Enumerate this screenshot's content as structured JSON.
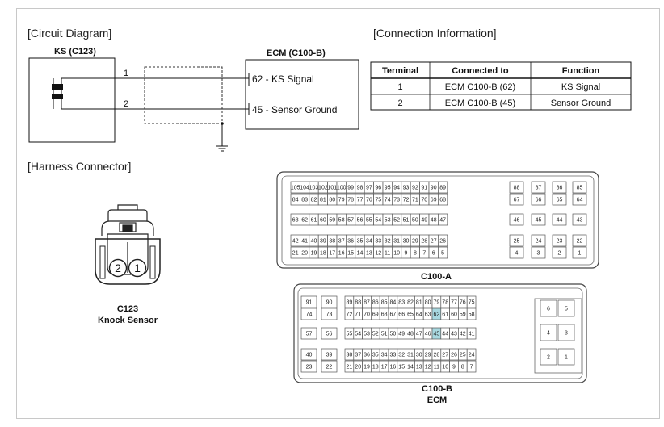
{
  "sections": {
    "circuit_diagram": "[Circuit Diagram]",
    "connection_information": "[Connection Information]",
    "harness_connector": "[Harness Connector]"
  },
  "circuit": {
    "ks_label": "KS (C123)",
    "ecm_label": "ECM (C100-B)",
    "wire1_num": "1",
    "wire2_num": "2",
    "ecm_pin1": "62 - KS Signal",
    "ecm_pin2": "45 - Sensor Ground"
  },
  "table": {
    "headers": [
      "Terminal",
      "Connected to",
      "Function"
    ],
    "rows": [
      [
        "1",
        "ECM C100-B (62)",
        "KS Signal"
      ],
      [
        "2",
        "ECM C100-B (45)",
        "Sensor Ground"
      ]
    ]
  },
  "c123": {
    "pin_left": "2",
    "pin_right": "1",
    "caption1": "C123",
    "caption2": "Knock Sensor"
  },
  "c100a": {
    "label": "C100-A",
    "rows": [
      [
        "105",
        "104",
        "103",
        "102",
        "101",
        "100",
        "99",
        "98",
        "97",
        "96",
        "95",
        "94",
        "93",
        "92",
        "91",
        "90",
        "89",
        "88",
        "87",
        "86",
        "85"
      ],
      [
        "84",
        "83",
        "82",
        "81",
        "80",
        "79",
        "78",
        "77",
        "76",
        "75",
        "74",
        "73",
        "72",
        "71",
        "70",
        "69",
        "68",
        "67",
        "66",
        "65",
        "64"
      ],
      [
        "63",
        "62",
        "61",
        "60",
        "59",
        "58",
        "57",
        "56",
        "55",
        "54",
        "53",
        "52",
        "51",
        "50",
        "49",
        "48",
        "47",
        "46",
        "45",
        "44",
        "43"
      ],
      [
        "42",
        "41",
        "40",
        "39",
        "38",
        "37",
        "36",
        "35",
        "34",
        "33",
        "32",
        "31",
        "30",
        "29",
        "28",
        "27",
        "26",
        "25",
        "24",
        "23",
        "22"
      ],
      [
        "21",
        "20",
        "19",
        "18",
        "17",
        "16",
        "15",
        "14",
        "13",
        "12",
        "11",
        "10",
        "9",
        "8",
        "7",
        "6",
        "5",
        "4",
        "3",
        "2",
        "1"
      ]
    ]
  },
  "c100b": {
    "label": "C100-B",
    "sublabel": "ECM",
    "highlight_color": "#a8d8e0",
    "highlighted": [
      "62",
      "45"
    ],
    "rows": [
      [
        "91",
        "90",
        "89",
        "88",
        "87",
        "86",
        "85",
        "84",
        "83",
        "82",
        "81",
        "80",
        "79",
        "78",
        "77",
        "76",
        "75"
      ],
      [
        "74",
        "73",
        "72",
        "71",
        "70",
        "69",
        "68",
        "67",
        "66",
        "65",
        "64",
        "63",
        "62",
        "61",
        "60",
        "59",
        "58"
      ],
      [
        "57",
        "56",
        "55",
        "54",
        "53",
        "52",
        "51",
        "50",
        "49",
        "48",
        "47",
        "46",
        "45",
        "44",
        "43",
        "42",
        "41"
      ],
      [
        "40",
        "39",
        "38",
        "37",
        "36",
        "35",
        "34",
        "33",
        "32",
        "31",
        "30",
        "29",
        "28",
        "27",
        "26",
        "25",
        "24"
      ],
      [
        "23",
        "22",
        "21",
        "20",
        "19",
        "18",
        "17",
        "16",
        "15",
        "14",
        "13",
        "12",
        "11",
        "10",
        "9",
        "8",
        "7"
      ]
    ],
    "small": [
      [
        "6",
        "5"
      ],
      [
        "4",
        "3"
      ],
      [
        "2",
        "1"
      ]
    ]
  }
}
